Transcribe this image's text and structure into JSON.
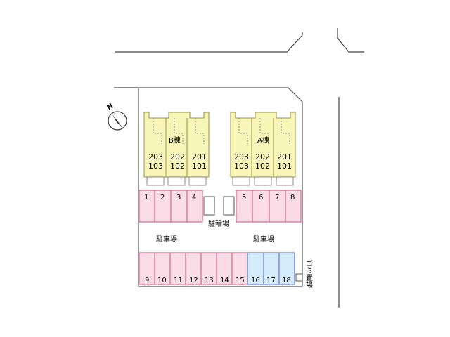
{
  "compass": {
    "icon": "north-arrow-icon",
    "label": "N"
  },
  "buildings": [
    {
      "name": "B棟",
      "units": [
        {
          "upper": "203",
          "lower": "103"
        },
        {
          "upper": "202",
          "lower": "102"
        },
        {
          "upper": "201",
          "lower": "101"
        }
      ]
    },
    {
      "name": "A棟",
      "units": [
        {
          "upper": "203",
          "lower": "103"
        },
        {
          "upper": "202",
          "lower": "102"
        },
        {
          "upper": "201",
          "lower": "101"
        }
      ]
    }
  ],
  "labels": {
    "bicycle_parking": "駐輪場",
    "parking_left": "駐車場",
    "parking_right": "駐車場",
    "garbage": "ゴミ置場"
  },
  "parking_rows": {
    "top_left": [
      "1",
      "2",
      "3",
      "4"
    ],
    "top_right": [
      "5",
      "6",
      "7",
      "8"
    ],
    "bottom_pink": [
      "9",
      "10",
      "11",
      "12",
      "13",
      "14",
      "15"
    ],
    "bottom_blue": [
      "16",
      "17",
      "18"
    ]
  },
  "colors": {
    "building_fill": "#f8f5b8",
    "building_stroke": "#9a9440",
    "parking_pink_fill": "#fbdde8",
    "parking_pink_stroke": "#d04a78",
    "parking_blue_fill": "#d4ecfa",
    "parking_blue_stroke": "#4a5cc4",
    "road_stroke": "#444444"
  }
}
